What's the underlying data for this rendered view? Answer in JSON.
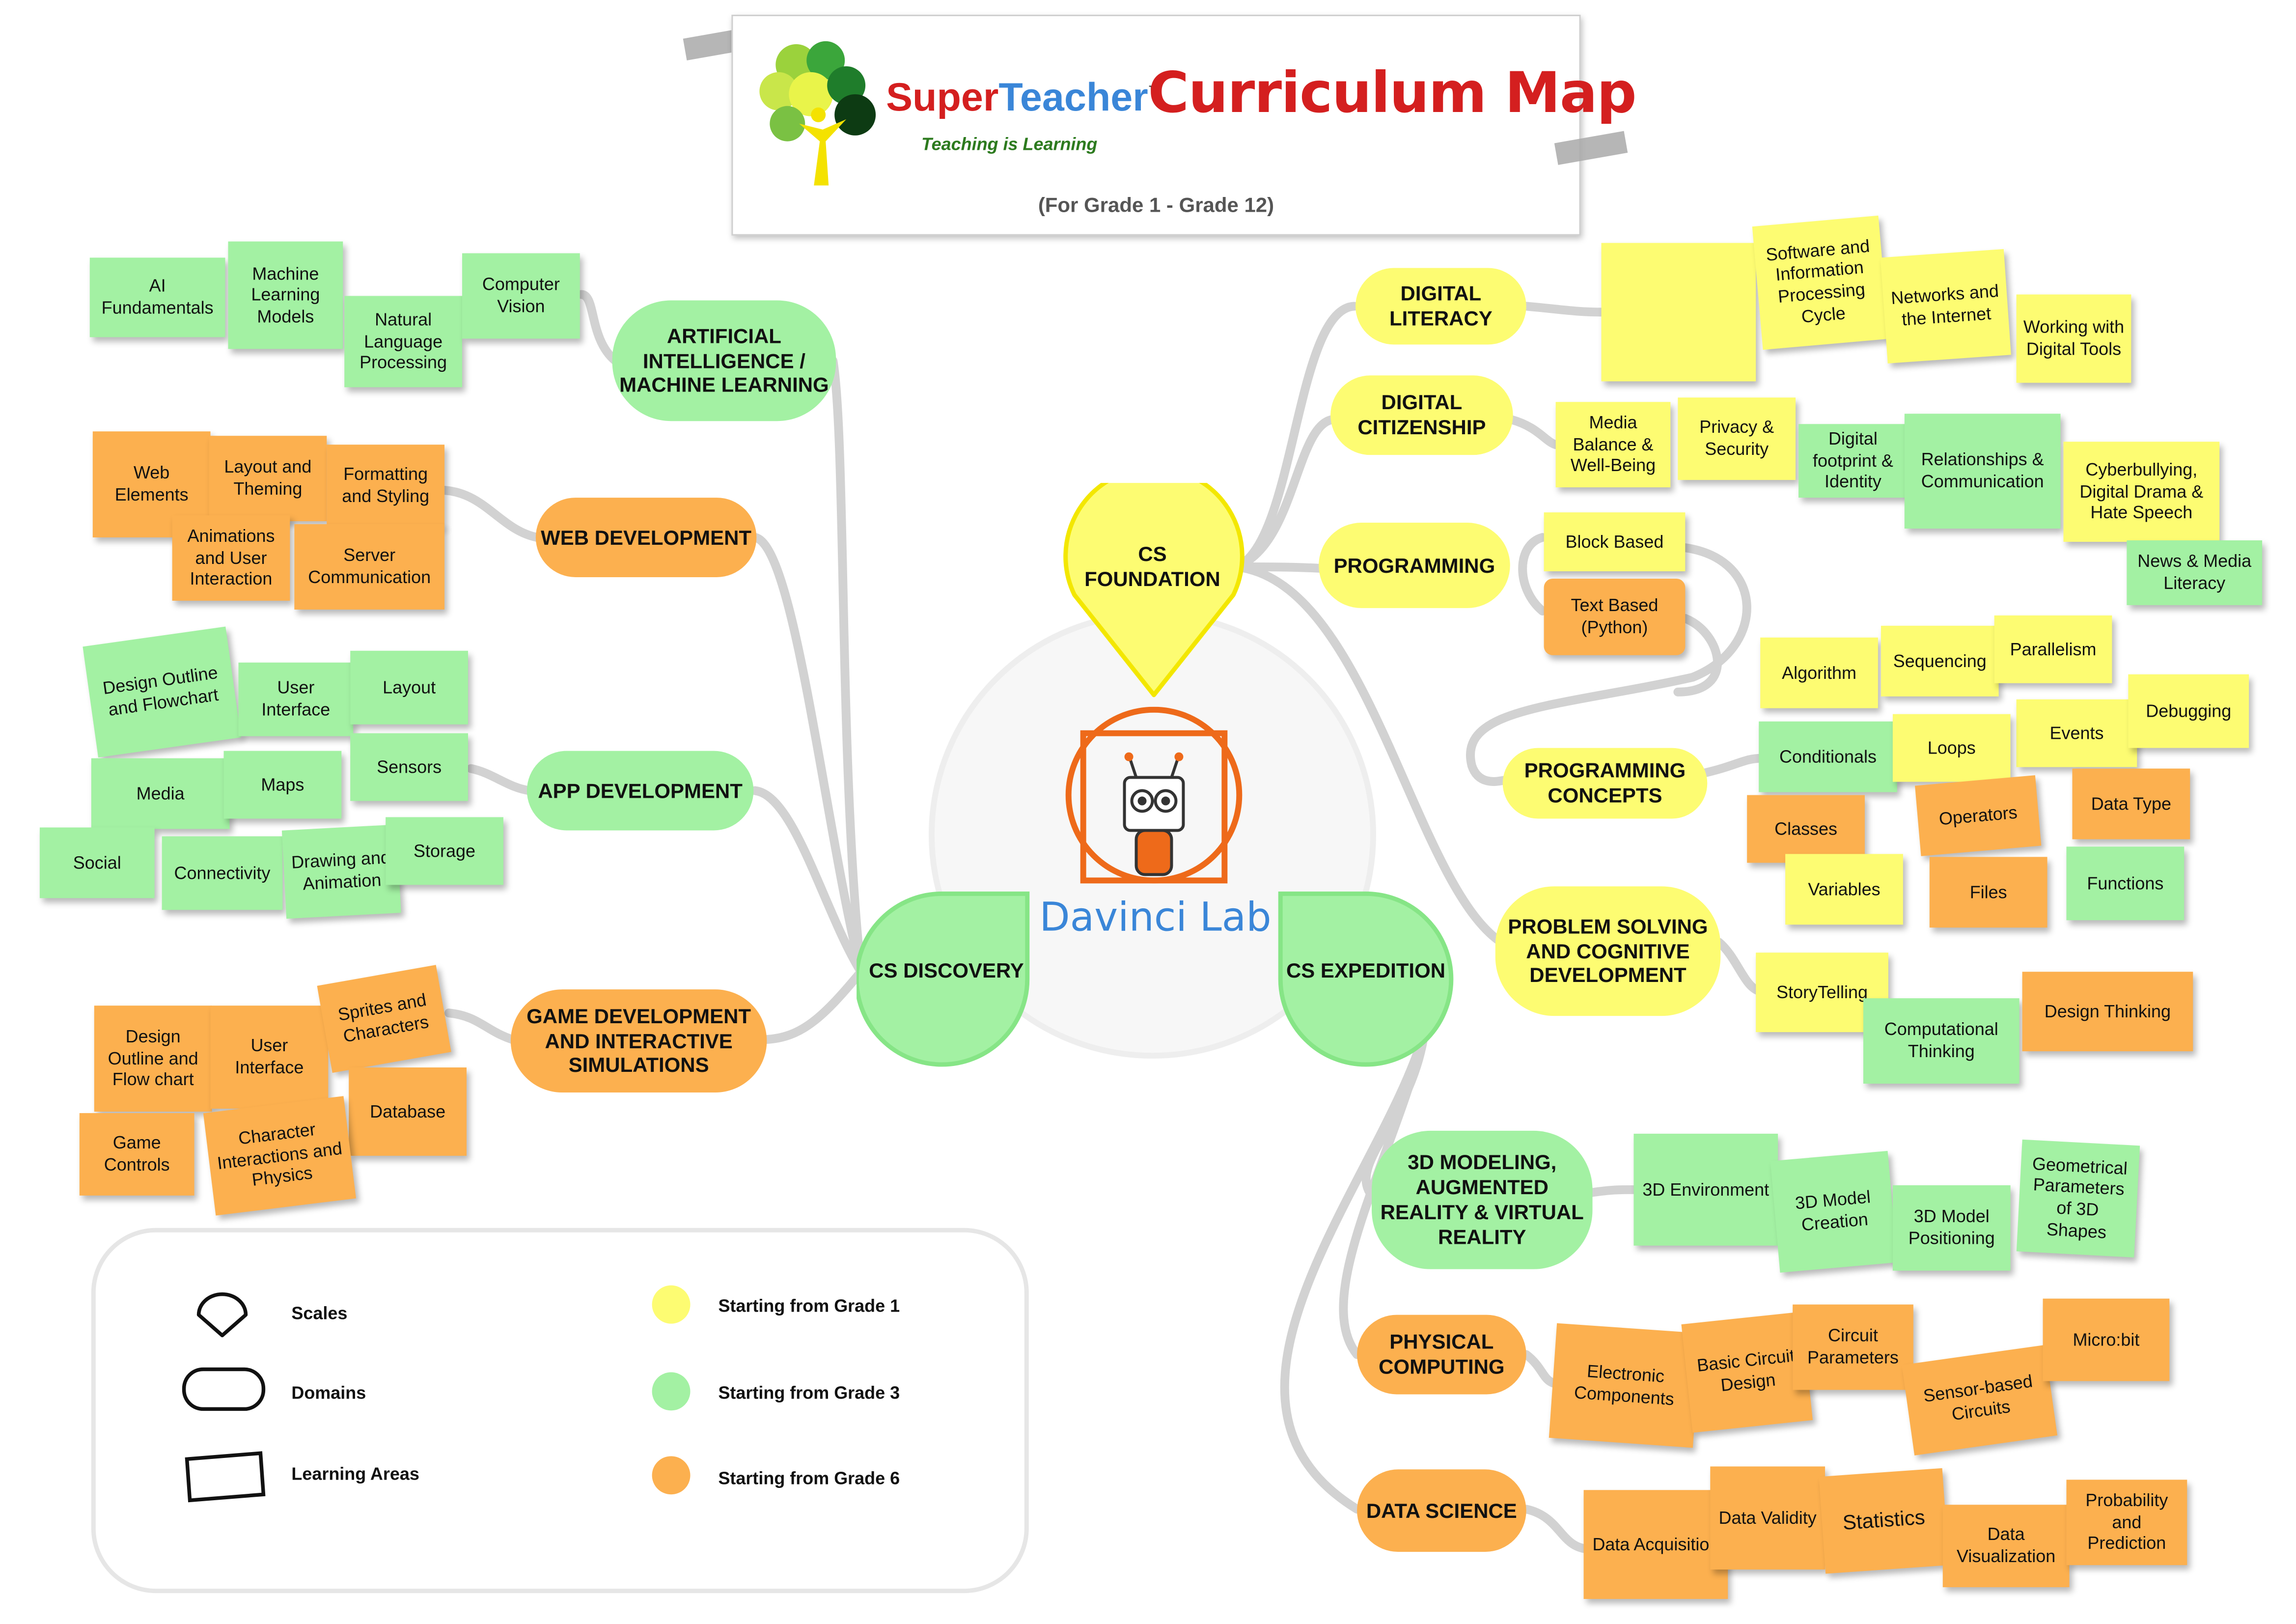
{
  "header": {
    "brand_super": "Super",
    "brand_teacher": "Teacher",
    "brand_tm": "™",
    "tagline": "Teaching is Learning",
    "title": "Curriculum Map",
    "subtitle": "(For Grade 1 - Grade 12)"
  },
  "center": {
    "logo_text": "Davinci Lab"
  },
  "scales": {
    "foundation": "CS FOUNDATION",
    "discovery": "CS DISCOVERY",
    "expedition": "CS EXPEDITION"
  },
  "domains": {
    "ai_ml": "ARTIFICIAL INTELLIGENCE / MACHINE LEARNING",
    "web_dev": "WEB DEVELOPMENT",
    "app_dev": "APP DEVELOPMENT",
    "game_dev": "GAME DEVELOPMENT AND INTERACTIVE SIMULATIONS",
    "digital_literacy": "DIGITAL LITERACY",
    "digital_citizenship": "DIGITAL CITIZENSHIP",
    "programming": "PROGRAMMING",
    "programming_concepts": "PROGRAMMING CONCEPTS",
    "problem_solving": "PROBLEM SOLVING AND COGNITIVE DEVELOPMENT",
    "modeling_3d": "3D MODELING, AUGMENTED REALITY & VIRTUAL REALITY",
    "physical_computing": "PHYSICAL COMPUTING",
    "data_science": "DATA SCIENCE"
  },
  "areas": {
    "ai_fundamentals": "AI Fundamentals",
    "ml_models": "Machine Learning Models",
    "nlp": "Natural Language Processing",
    "computer_vision": "Computer Vision",
    "web_elements": "Web Elements",
    "layout_theming": "Layout and Theming",
    "formatting_styling": "Formatting and Styling",
    "animations_ui": "Animations and User Interaction",
    "server_comm": "Server Communication",
    "design_outline_flowchart": "Design Outline and Flowchart",
    "user_interface_app": "User Interface",
    "layout_app": "Layout",
    "sensors": "Sensors",
    "media": "Media",
    "maps": "Maps",
    "social": "Social",
    "connectivity": "Connectivity",
    "drawing_animation": "Drawing and Animation",
    "storage": "Storage",
    "design_outline_flow_chart": "Design Outline and Flow chart",
    "user_interface_game": "User Interface",
    "sprites_characters": "Sprites and Characters",
    "database": "Database",
    "game_controls": "Game Controls",
    "character_physics": "Character Interactions and Physics",
    "software_info_cycle": "Software and Information Processing Cycle",
    "networks_internet": "Networks and the Internet",
    "working_digital_tools": "Working with Digital Tools",
    "media_balance": "Media Balance & Well-Being",
    "privacy_security": "Privacy & Security",
    "digital_footprint": "Digital footprint & Identity",
    "relationships": "Relationships & Communication",
    "cyberbullying": "Cyberbullying, Digital Drama & Hate Speech",
    "news_literacy": "News & Media Literacy",
    "block_based": "Block Based",
    "text_based": "Text Based (Python)",
    "algorithm": "Algorithm",
    "sequencing": "Sequencing",
    "parallelism": "Parallelism",
    "events": "Events",
    "debugging": "Debugging",
    "conditionals": "Conditionals",
    "loops": "Loops",
    "classes": "Classes",
    "operators": "Operators",
    "data_type": "Data Type",
    "variables": "Variables",
    "files": "Files",
    "functions": "Functions",
    "storytelling": "StoryTelling",
    "computational_thinking": "Computational Thinking",
    "design_thinking": "Design Thinking",
    "env_3d": "3D Environment",
    "model_creation": "3D Model Creation",
    "model_positioning": "3D Model Positioning",
    "geometric_params": "Geometrical Parameters of 3D Shapes",
    "electronic_components": "Electronic Components",
    "basic_circuit": "Basic Circuit Design",
    "circuit_params": "Circuit Parameters",
    "sensor_circuits": "Sensor-based Circuits",
    "microbit": "Micro:bit",
    "data_acquisition": "Data Acquisition",
    "data_validity": "Data Validity",
    "statistics": "Statistics",
    "data_visualization": "Data Visualization",
    "probability": "Probability and Prediction"
  },
  "legend": {
    "scales": "Scales",
    "domains": "Domains",
    "learning_areas": "Learning Areas",
    "grade1": "Starting from Grade 1",
    "grade3": "Starting from Grade 3",
    "grade6": "Starting from Grade 6"
  },
  "colors": {
    "grade1_yellow": "#fdfc72",
    "grade3_green": "#a3f1a3",
    "grade6_orange": "#fcb04f",
    "connector": "#d2d2d2",
    "title_red": "#d41f1f",
    "logo_blue": "#3a86d8",
    "logo_orange": "#ee6a1a"
  }
}
